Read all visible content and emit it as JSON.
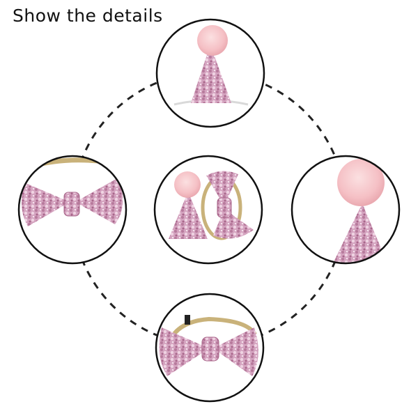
{
  "header": {
    "title": "Show the details"
  },
  "colors": {
    "background": "#ffffff",
    "circle_stroke": "#111111",
    "dashed_ring": "#222222",
    "glitter_dark": "#b77a9c",
    "glitter_mid": "#d4a3bf",
    "glitter_light": "#efd3e2",
    "pompom": "#f6c3c8",
    "headband_gold": "#c9b27a"
  },
  "detail_views": [
    {
      "name": "party-hat-top"
    },
    {
      "name": "bow-left"
    },
    {
      "name": "hat-and-bow-set"
    },
    {
      "name": "party-hat-right"
    },
    {
      "name": "bow-headband-bottom"
    }
  ]
}
